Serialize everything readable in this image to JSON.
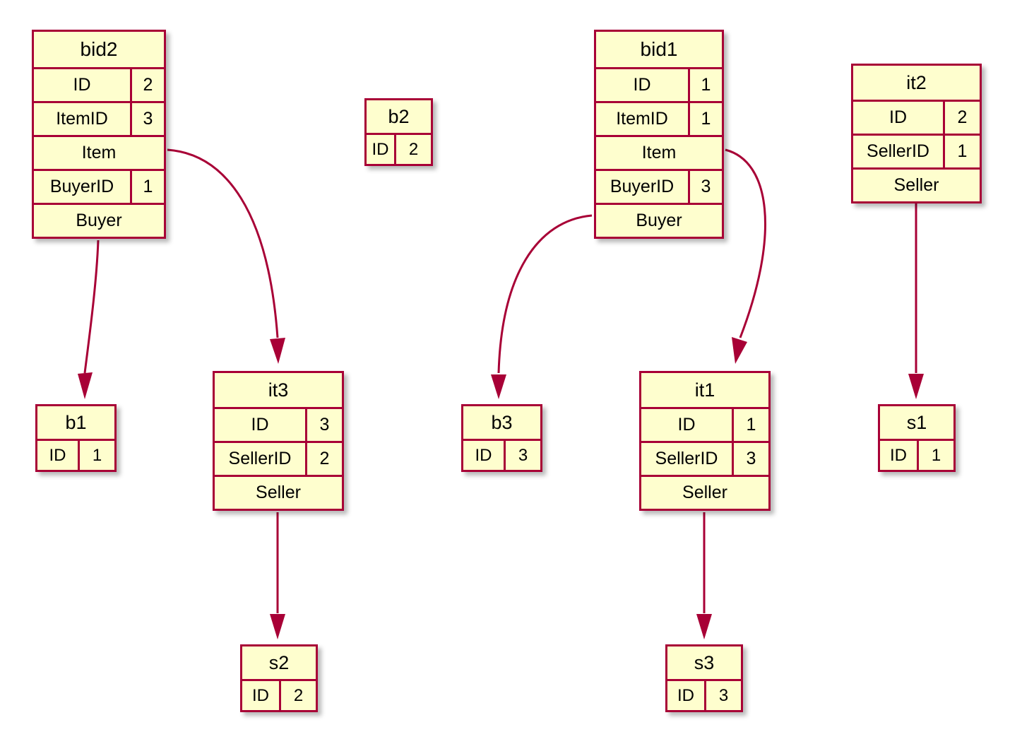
{
  "diagram": {
    "type": "object-diagram",
    "colors": {
      "border": "#A80036",
      "fill": "#FEFECE",
      "text": "#000000",
      "background": "#FFFFFF",
      "link": "#A80036"
    }
  },
  "objects": {
    "bid2": {
      "name": "bid2",
      "rows": [
        {
          "label": "ID",
          "value": "2"
        },
        {
          "label": "ItemID",
          "value": "3"
        },
        {
          "label": "Item",
          "value": null
        },
        {
          "label": "BuyerID",
          "value": "1"
        },
        {
          "label": "Buyer",
          "value": null
        }
      ]
    },
    "bid1": {
      "name": "bid1",
      "rows": [
        {
          "label": "ID",
          "value": "1"
        },
        {
          "label": "ItemID",
          "value": "1"
        },
        {
          "label": "Item",
          "value": null
        },
        {
          "label": "BuyerID",
          "value": "3"
        },
        {
          "label": "Buyer",
          "value": null
        }
      ]
    },
    "b2": {
      "name": "b2",
      "rows": [
        {
          "label": "ID",
          "value": "2"
        }
      ]
    },
    "it2": {
      "name": "it2",
      "rows": [
        {
          "label": "ID",
          "value": "2"
        },
        {
          "label": "SellerID",
          "value": "1"
        },
        {
          "label": "Seller",
          "value": null
        }
      ]
    },
    "it3": {
      "name": "it3",
      "rows": [
        {
          "label": "ID",
          "value": "3"
        },
        {
          "label": "SellerID",
          "value": "2"
        },
        {
          "label": "Seller",
          "value": null
        }
      ]
    },
    "it1": {
      "name": "it1",
      "rows": [
        {
          "label": "ID",
          "value": "1"
        },
        {
          "label": "SellerID",
          "value": "3"
        },
        {
          "label": "Seller",
          "value": null
        }
      ]
    },
    "b1": {
      "name": "b1",
      "rows": [
        {
          "label": "ID",
          "value": "1"
        }
      ]
    },
    "b3": {
      "name": "b3",
      "rows": [
        {
          "label": "ID",
          "value": "3"
        }
      ]
    },
    "s1": {
      "name": "s1",
      "rows": [
        {
          "label": "ID",
          "value": "1"
        }
      ]
    },
    "s2": {
      "name": "s2",
      "rows": [
        {
          "label": "ID",
          "value": "2"
        }
      ]
    },
    "s3": {
      "name": "s3",
      "rows": [
        {
          "label": "ID",
          "value": "3"
        }
      ]
    }
  },
  "links": [
    {
      "from": "bid2",
      "from_field": "Buyer",
      "to": "b1",
      "shape": "near-straight"
    },
    {
      "from": "bid2",
      "from_field": "Item",
      "to": "it3",
      "shape": "curve-right-down"
    },
    {
      "from": "bid1",
      "from_field": "Buyer",
      "to": "b3",
      "shape": "curve-left-down"
    },
    {
      "from": "bid1",
      "from_field": "Item",
      "to": "it1",
      "shape": "curve-right-down"
    },
    {
      "from": "it2",
      "from_field": "Seller",
      "to": "s1",
      "shape": "straight"
    },
    {
      "from": "it3",
      "from_field": "Seller",
      "to": "s2",
      "shape": "straight"
    },
    {
      "from": "it1",
      "from_field": "Seller",
      "to": "s3",
      "shape": "straight"
    }
  ]
}
